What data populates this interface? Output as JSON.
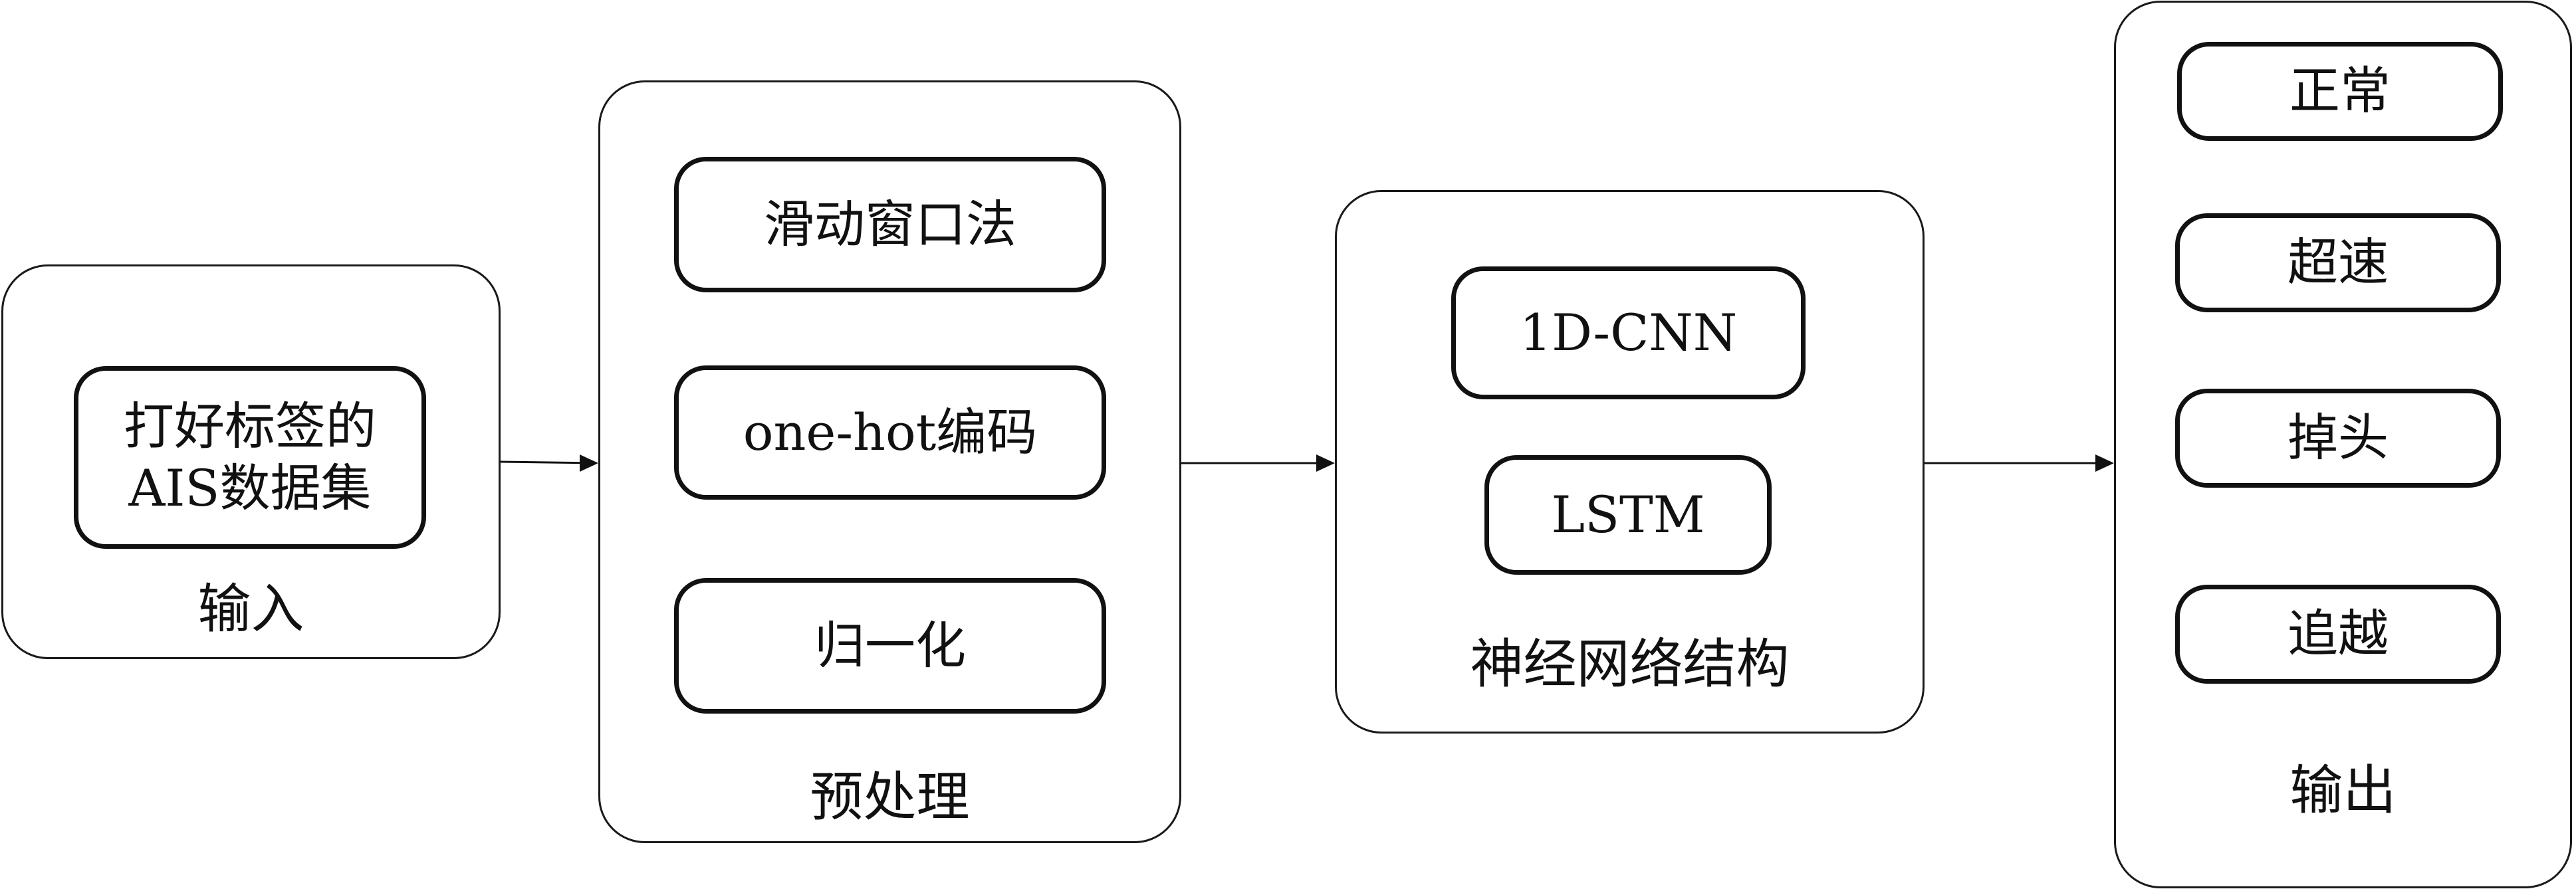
{
  "input": {
    "caption": "输入",
    "box": {
      "line1": "打好标签的",
      "line2": "AIS数据集"
    }
  },
  "preprocess": {
    "caption": "预处理",
    "items": [
      "滑动窗口法",
      "one-hot编码",
      "归一化"
    ]
  },
  "network": {
    "caption": "神经网络结构",
    "items": [
      "1D-CNN",
      "LSTM"
    ]
  },
  "output": {
    "caption": "输出",
    "items": [
      "正常",
      "超速",
      "掉头",
      "追越"
    ]
  },
  "colors": {
    "stroke": "#111111",
    "background": "#ffffff"
  }
}
